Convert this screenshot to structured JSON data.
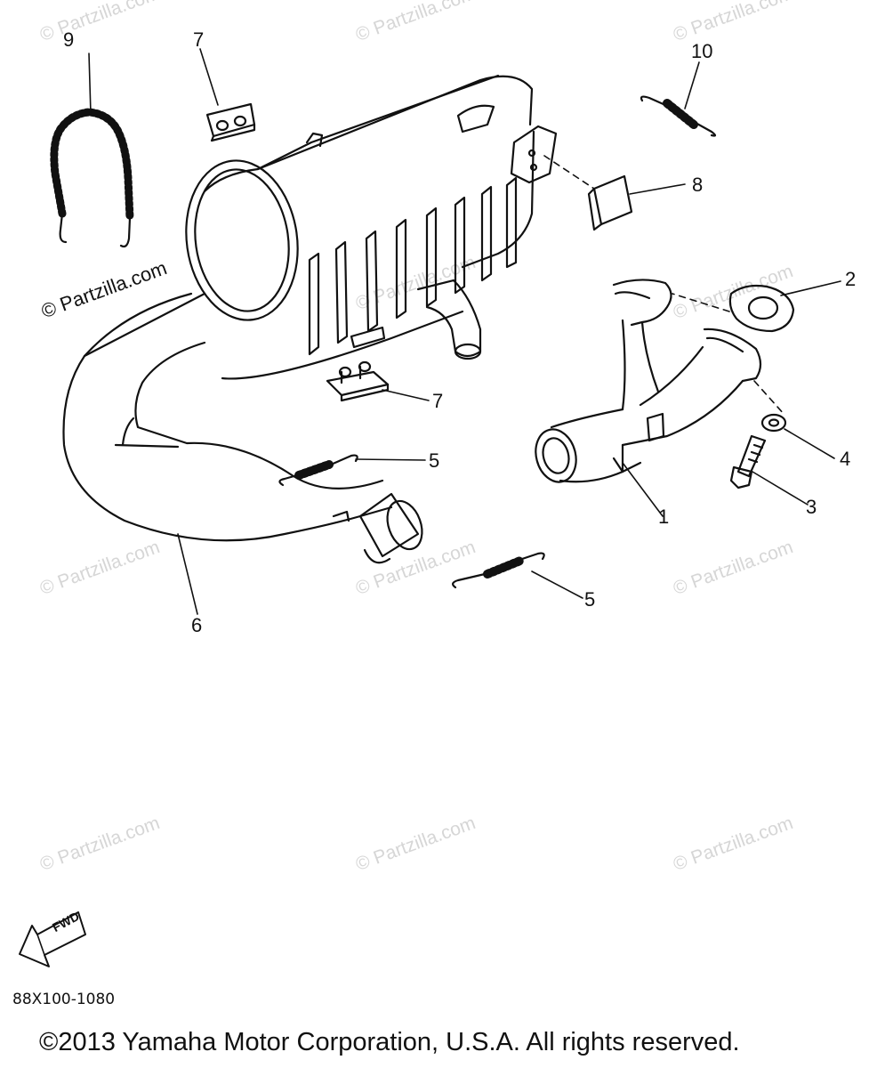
{
  "diagram": {
    "callouts": {
      "c1": "1",
      "c2": "2",
      "c3": "3",
      "c4": "4",
      "c5a": "5",
      "c5b": "5",
      "c6": "6",
      "c7a": "7",
      "c7b": "7",
      "c8": "8",
      "c9": "9",
      "c10": "10"
    },
    "watermark": "© Partzilla.com",
    "fwd_label": "FWD",
    "catalog_code": "88X100-1080",
    "copyright": "©2013 Yamaha Motor Corporation, U.S.A. All rights reserved."
  },
  "colors": {
    "ink": "#111111",
    "watermark": "#d6d6d6",
    "background": "#ffffff"
  }
}
